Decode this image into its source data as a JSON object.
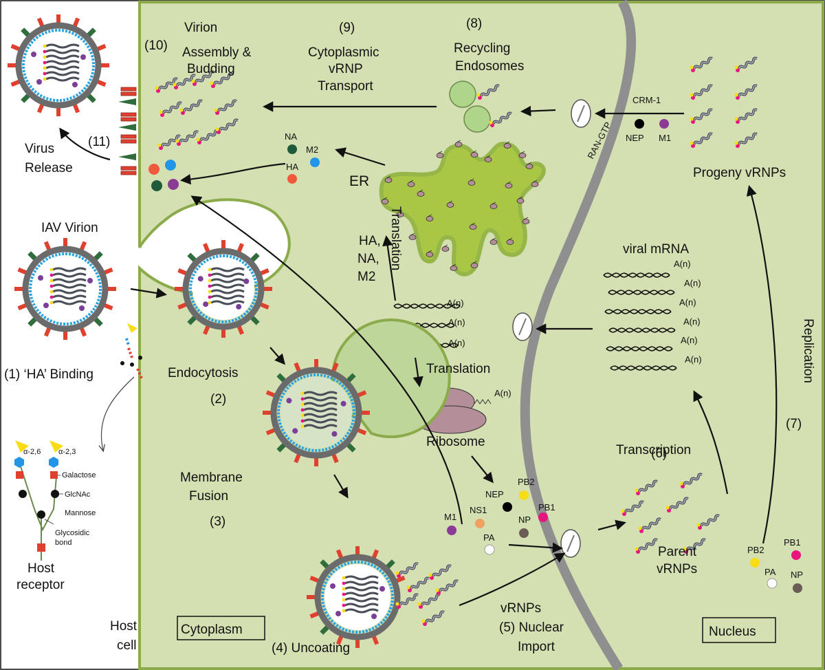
{
  "labels": {
    "step10_a": "Virion",
    "step10_b": "Assembly &",
    "step10_c": "Budding",
    "step10_num": "(10)",
    "step9_num": "(9)",
    "step9_a": "Cytoplasmic",
    "step9_b": "vRNP",
    "step9_c": "Transport",
    "step8_num": "(8)",
    "step8_a": "Recycling",
    "step8_b": "Endosomes",
    "step11_num": "(11)",
    "step11_a": "Virus",
    "step11_b": "Release",
    "iav_virion": "IAV Virion",
    "step1": "(1) ‘HA’ Binding",
    "endocytosis": "Endocytosis",
    "step2_num": "(2)",
    "membrane_a": "Membrane",
    "membrane_b": "Fusion",
    "step3_num": "(3)",
    "step4": "(4)  Uncoating",
    "step5_a": "vRNPs",
    "step5_b": "(5) Nuclear",
    "step5_c": "Import",
    "host_a": "Host",
    "host_b": "cell",
    "cytoplasm": "Cytoplasm",
    "nucleus": "Nucleus",
    "er": "ER",
    "translation_vertical": "Translation",
    "hanam2_a": "HA,",
    "hanam2_b": "NA,",
    "hanam2_c": "M2",
    "translation": "Translation",
    "ribosome": "Ribosome",
    "viral_mrna": "viral mRNA",
    "polya": "A(n)",
    "step6_num": "(6)",
    "transcription": "Transcription",
    "replication": "Replication",
    "step7_num": "(7)",
    "progeny": "Progeny vRNPs",
    "parent_a": "Parent",
    "parent_b": "vRNPs",
    "crm1": "CRM-1",
    "ran_gtp": "RAN-GTP",
    "nep": "NEP",
    "m1": "M1",
    "na": "NA",
    "m2": "M2",
    "ha": "HA",
    "ns1": "NS1",
    "np": "NP",
    "pb1": "PB1",
    "pb2": "PB2",
    "pa": "PA",
    "alpha26": "α-2,6",
    "alpha23": "α-2,3",
    "galactose": "Galactose",
    "glcnac": "GlcNAc",
    "mannose": "Mannose",
    "glyco_a": "Glycosidic",
    "glyco_b": "bond",
    "receptor_a": "Host",
    "receptor_b": "receptor"
  },
  "colors": {
    "cell_fill": "#d4dfb2",
    "cell_border": "#8bab4b",
    "er_fill": "#a9c744",
    "nuclear_envelope": "#8f8f8f",
    "envelope_grey": "#6b6b6b",
    "matrix_blue": "#29a3e0",
    "ha_red": "#e0412f",
    "na_green": "#2f6e3c",
    "m1_purple": "#7b3f98",
    "ribosome": "#b48e98",
    "na_dot": "#1f5a3a",
    "m2_dot": "#2196e8",
    "ha_dot": "#f05a3c",
    "nep_dot": "#000000",
    "m1_dot": "#8b3a96",
    "ns1_dot": "#f0a060",
    "np_dot": "#6b5d55",
    "pb1_dot": "#e8157f",
    "pb2_dot": "#f7dc16",
    "pa_dot": "#ffffff"
  }
}
